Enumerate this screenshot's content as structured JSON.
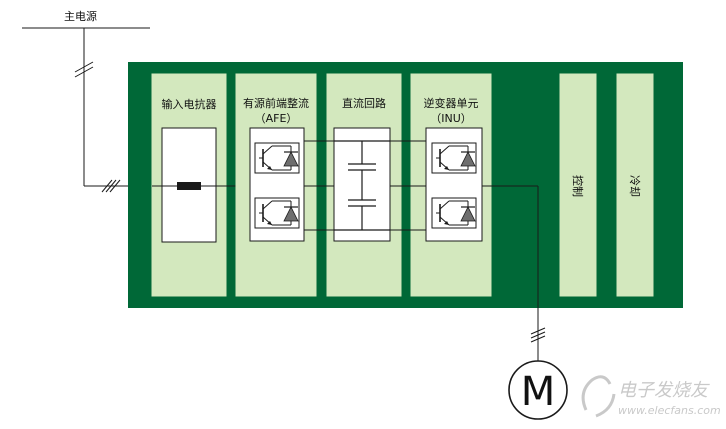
{
  "supply_label": "主电源",
  "panel_color": "#006837",
  "module_color": "#d3e8be",
  "line_color": "#1a1a1a",
  "modules": {
    "reactor": "输入电抗器",
    "afe_line1": "有源前端整流",
    "afe_line2": "（AFE）",
    "dc_link": "直流回路",
    "inu_line1": "逆变器单元",
    "inu_line2": "（INU）",
    "control": "控制",
    "cooling": "冷却"
  },
  "motor_label": "M",
  "watermark_text": "电子发烧友",
  "watermark_url": "www.elecfans.com"
}
